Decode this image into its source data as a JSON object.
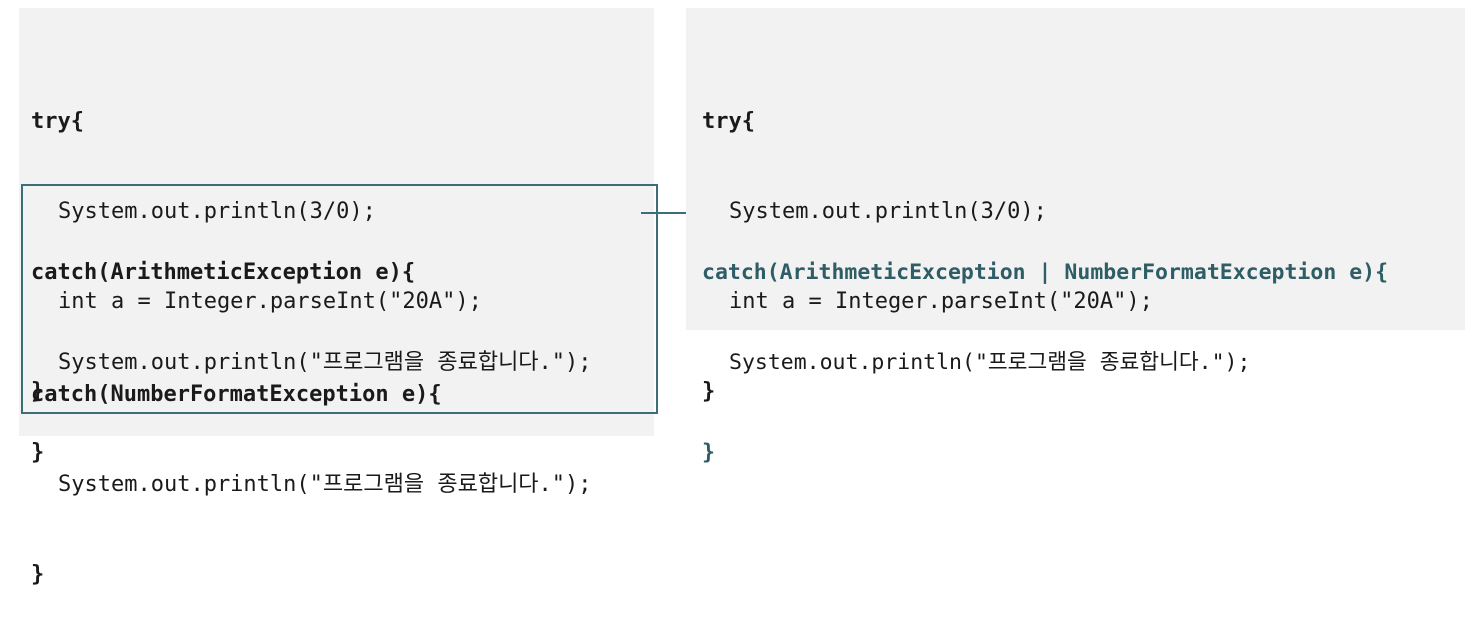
{
  "colors": {
    "panel_background": "#f2f2f2",
    "code_text": "#1a1a1a",
    "accent": "#2e5d66",
    "box_border": "#3d6e75"
  },
  "left": {
    "try_open": "try{",
    "try_line1": "System.out.println(3/0);",
    "try_line2": "int a = Integer.parseInt(\"20A\");",
    "try_close": "}",
    "catch1_open": "catch(ArithmeticException e){",
    "catch1_body": "System.out.println(\"프로그램을 종료합니다.\");",
    "catch1_close": "}",
    "catch2_open": "catch(NumberFormatException e){",
    "catch2_body": "System.out.println(\"프로그램을 종료합니다.\");",
    "catch2_close": "}"
  },
  "right": {
    "try_open": "try{",
    "try_line1": "System.out.println(3/0);",
    "try_line2": "int a = Integer.parseInt(\"20A\");",
    "try_close": "}",
    "multicatch_open": "catch(ArithmeticException | NumberFormatException e){",
    "multicatch_body": "System.out.println(\"프로그램을 종료합니다.\");",
    "multicatch_close": "}"
  }
}
